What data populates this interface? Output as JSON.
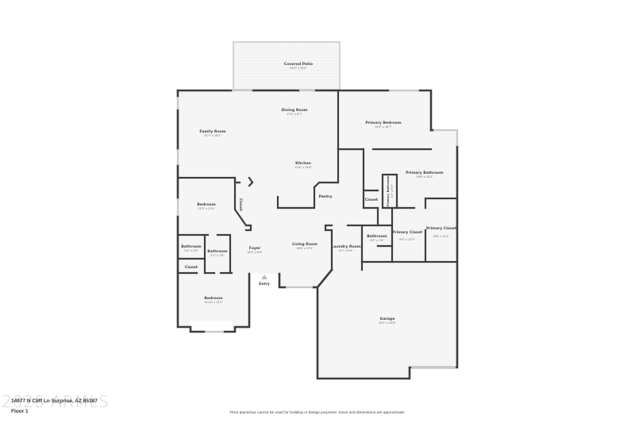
{
  "plan": {
    "address": "14977 N Cliff Ln Surprise, AZ 85387",
    "floor_label": "Floor 1",
    "watermark": "2026 ARMLS",
    "disclaimer": "Floor plans/tour cannot be used for building or design purposes. Sizes and dimensions are approximate.",
    "entry_label": "Entry",
    "colors": {
      "wall": "#3d3d3d",
      "floor": "#f5f5f5",
      "window": "#c9c9c9",
      "patio_grid": "#e6e6e6"
    }
  },
  "rooms": {
    "covered_patio": {
      "name": "Covered Patio",
      "dim": "30'5\" x 10'0\""
    },
    "dining_room": {
      "name": "Dining Room",
      "dim": "17'9\" x 8'7\""
    },
    "family_room": {
      "name": "Family Room",
      "dim": "15'7\" x 18'3\""
    },
    "kitchen": {
      "name": "Kitchen",
      "dim": "12'6\" x 15'0\""
    },
    "pantry": {
      "name": "Pantry"
    },
    "primary_bedroom": {
      "name": "Primary Bedroom",
      "dim": "19'4\" x 16'7\""
    },
    "primary_bathroom": {
      "name": "Primary Bathroom",
      "dim": "19'6\" x 10'5\""
    },
    "primary_bathroom_wc": {
      "name": "Primary Bathroom",
      "dim": "3'1\" x 6'3\""
    },
    "closet_primary": {
      "name": "Closet"
    },
    "bedroom_1": {
      "name": "Bedroom",
      "dim": "13'3\" x 12'0\""
    },
    "closet_bedroom_1": {
      "name": "Closet"
    },
    "bathroom_1": {
      "name": "Bathroom",
      "dim": "5'4\" x 5'9\""
    },
    "bathroom_2": {
      "name": "Bathroom",
      "dim": "5'1\" x 7'6\""
    },
    "closet_hall": {
      "name": "Closet"
    },
    "foyer": {
      "name": "Foyer",
      "dim": "10'4\" x 6'9\""
    },
    "living_room": {
      "name": "Living Room",
      "dim": "16'6\" x 17'2\""
    },
    "laundry_room": {
      "name": "Laundry Room",
      "dim": "6'1\" x 9'9\""
    },
    "bathroom_3": {
      "name": "Bathroom",
      "dim": "6'3\" x 7'8\""
    },
    "primary_closet_1": {
      "name": "Primary Closet",
      "dim": "6'5\" x 11'2\""
    },
    "primary_closet_2": {
      "name": "Primary Closet",
      "dim": "6'6\" x 13'4\""
    },
    "bedroom_2": {
      "name": "Bedroom",
      "dim": "14'10\" x 12'5\""
    },
    "garage": {
      "name": "Garage",
      "dim": "29'5\" x 24'6\""
    }
  }
}
